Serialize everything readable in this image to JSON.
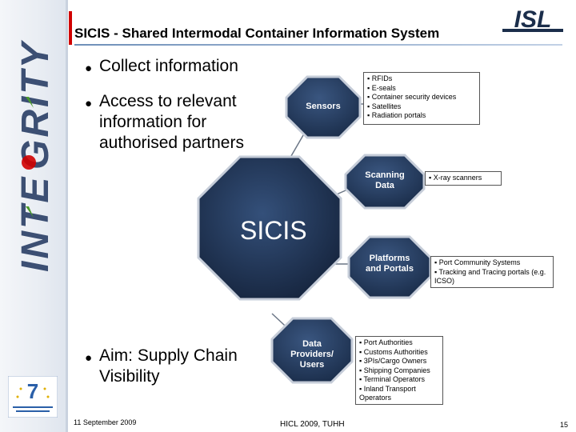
{
  "header": {
    "title": "SICIS - Shared Intermodal Container Information System",
    "logo_text": "ISL"
  },
  "brand": {
    "vertical_logo": "INTEGRITY"
  },
  "bullets": {
    "collect": "Collect information",
    "access": "Access to relevant information for authorised partners",
    "aim": "Aim: Supply Chain Visibility"
  },
  "diagram": {
    "center": "SICIS",
    "nodes": {
      "sensors": "Sensors",
      "scanning": "Scanning Data",
      "platforms": "Platforms and Portals",
      "providers": "Data Providers/ Users"
    },
    "boxes": {
      "sensors": [
        "RFIDs",
        "E-seals",
        "Container security devices",
        "Satellites",
        "Radiation portals"
      ],
      "scanning": [
        "X-ray scanners"
      ],
      "platforms": [
        "Port Community Systems",
        "Tracking and Tracing portals (e.g. ICSO)"
      ],
      "providers": [
        "Port Authorities",
        "Customs Authorities",
        "3PIs/Cargo Owners",
        "Shipping Companies",
        "Terminal Operators",
        "Inland Transport Operators"
      ]
    }
  },
  "footer": {
    "date": "11 September 2009",
    "conference": "HICL 2009, TUHH",
    "page": "15"
  },
  "colors": {
    "navy": "#1b2e4b",
    "node_blue": "#233a5e",
    "accent_red": "#d00000",
    "accent_green": "#4a9a2a"
  }
}
